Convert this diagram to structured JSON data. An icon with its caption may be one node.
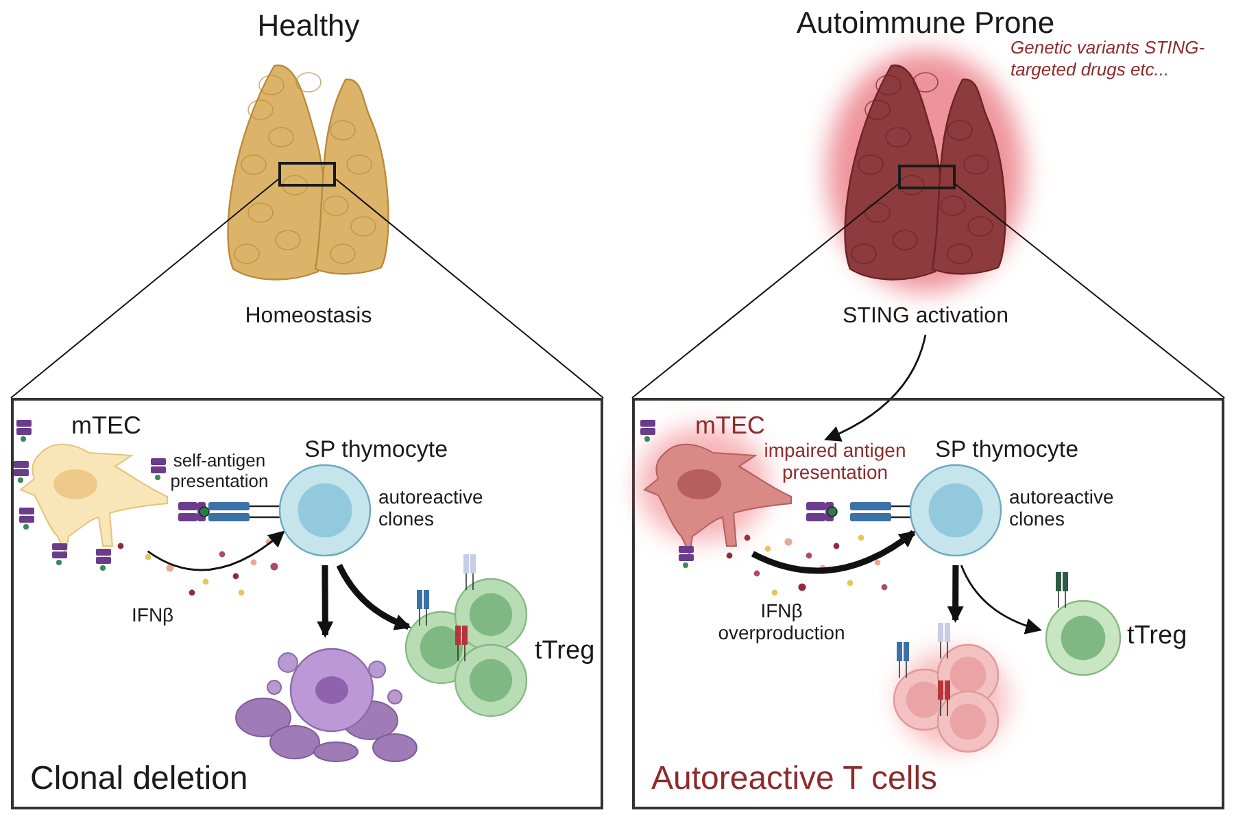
{
  "diagram": {
    "nodes": [
      {
        "text": [],
        "shape": "box"
      },
      {
        "text": [],
        "shape": "box"
      },
      {
        "text": [
          "STING activation"
        ]
      },
      {
        "text": [
          "Clonal deletion"
        ]
      },
      {
        "text": [
          "mTEC"
        ],
        "in": 3
      },
      {
        "text": [
          "SP thymocyte",
          "autoreactive clones"
        ],
        "in": 3
      },
      {
        "text": [],
        "shape": "picture",
        "in": 3
      },
      {
        "text": [
          "tTreg"
        ],
        "in": 3
      },
      {
        "text": [
          "Autoreactive T cells"
        ]
      },
      {
        "text": [
          "impaired antigen presentation"
        ],
        "in": 8
      },
      {
        "text": [
          "mTEC"
        ],
        "in": 8
      },
      {
        "text": [
          "SP thymocyte",
          "autoreactive clones"
        ],
        "in": 8
      },
      {
        "text": [],
        "shape": "picture",
        "in": 8
      },
      {
        "text": [
          "tTreg"
        ],
        "in": 8
      }
    ],
    "edges": [
      {
        "from": 0,
        "to": 3,
        "arrow": "none"
      },
      {
        "from": 0,
        "to": 3,
        "arrow": "none"
      },
      {
        "from": 1,
        "to": 8,
        "arrow": "none"
      },
      {
        "from": 1,
        "to": 8,
        "arrow": "none"
      },
      {
        "from": 2,
        "to": 9,
        "arrow": "to"
      },
      {
        "from": 4,
        "to": 5,
        "arrow": "to",
        "label": "IFNβ"
      },
      {
        "from": 5,
        "to": 6,
        "arrow": "to",
        "style": "thick"
      },
      {
        "from": 5,
        "to": 7,
        "arrow": "to",
        "style": "thick"
      },
      {
        "from": 10,
        "to": 11,
        "arrow": "to",
        "label": "IFNβ overproduction",
        "style": "thick"
      },
      {
        "from": 11,
        "to": 12,
        "arrow": "to",
        "style": "thick"
      },
      {
        "from": 11,
        "to": 13,
        "arrow": "to"
      }
    ],
    "labels": [
      "Healthy",
      "Autoimmune Prone",
      "Genetic variants STING-targeted drugs etc...",
      "Homeostasis",
      "self-antigen presentation"
    ]
  }
}
